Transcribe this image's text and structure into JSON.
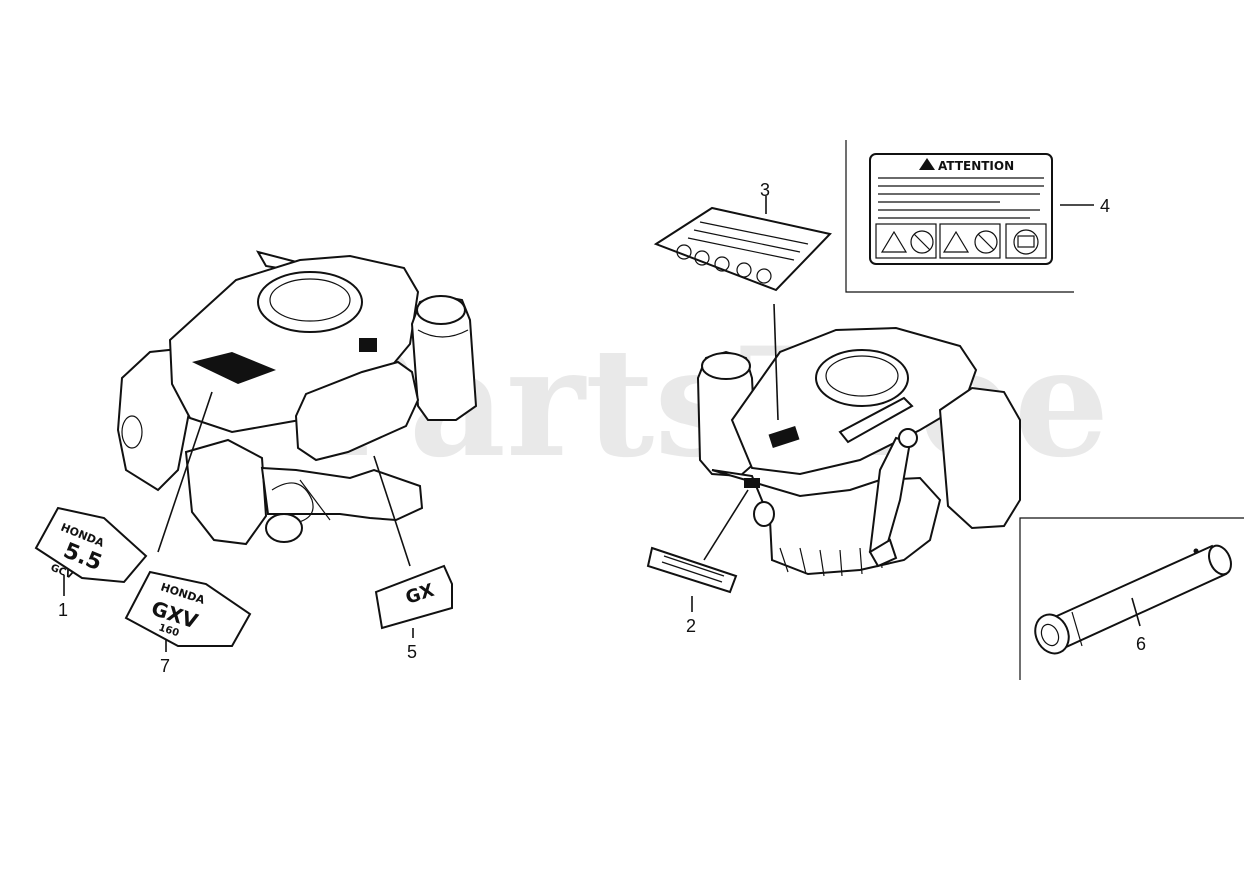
{
  "watermark": "PartsTree",
  "callouts": [
    {
      "id": "1",
      "label": "1"
    },
    {
      "id": "2",
      "label": "2"
    },
    {
      "id": "3",
      "label": "3"
    },
    {
      "id": "4",
      "label": "4"
    },
    {
      "id": "5",
      "label": "5"
    },
    {
      "id": "6",
      "label": "6"
    },
    {
      "id": "7",
      "label": "7"
    }
  ],
  "decals": {
    "attention_label": "ATTENTION",
    "decal1_brand": "HONDA",
    "decal1_model": "5.5",
    "decal1_sub": "GCV",
    "decal7_brand": "HONDA",
    "decal7_model": "GXV",
    "decal7_sub": "160",
    "decal5_text": "GX"
  },
  "icons": {
    "warning": "warning-triangle-icon",
    "prohibited": "prohibited-circle-icon",
    "manual": "manual-book-icon"
  }
}
